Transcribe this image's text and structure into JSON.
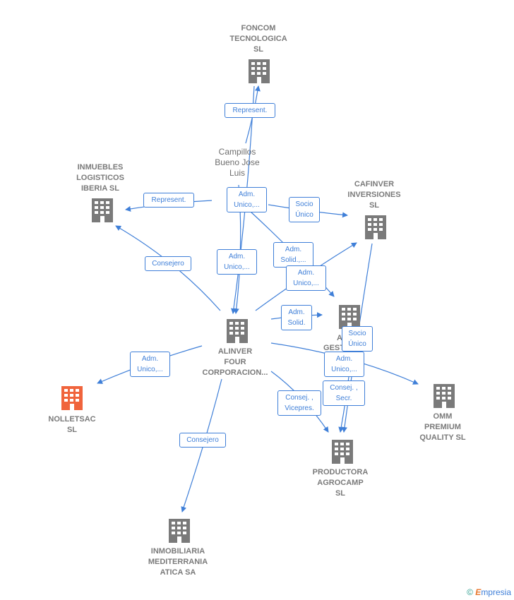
{
  "colors": {
    "edge": "#3f7fd8",
    "building": "#7a7a7a",
    "highlight": "#f0643c",
    "label": "#7a7a7a"
  },
  "nodes": {
    "foncom": "FONCOM\nTECNOLOGICA\nSL",
    "inmuebles": "INMUEBLES\nLOGISTICOS\nIBERIA  SL",
    "cafinver": "CAFINVER\nINVERSIONES\nSL",
    "alinver": "ALINVER\nFOUR\nCORPORACION...",
    "nolletsac": "NOLLETSAC\nSL",
    "omm": "OMM\nPREMIUM\nQUALITY  SL",
    "productora": "PRODUCTORA\nAGROCAMP\nSL",
    "inmobiliaria": "INMOBILIARIA\nMEDITERRANIA\nATICA SA",
    "gest_partial_a": "A",
    "gest_partial_b": "GEST"
  },
  "person": "Campillos\nBueno Jose\nLuis",
  "edges": {
    "represent_foncom": "Represent.",
    "represent_inmuebles": "Represent.",
    "adm_unico_top": "Adm.\nUnico,...",
    "socio_unico_cafinver": "Socio\nÚnico",
    "adm_unico_mid": "Adm.\nUnico,...",
    "adm_solid_dots": "Adm.\nSolid.,...",
    "adm_unico_gest": "Adm.\nUnico,...",
    "consejero_inmuebles": "Consejero",
    "adm_solid": "Adm.\nSolid.",
    "socio_unico_gest": "Socio\nÚnico",
    "adm_unico_nolletsac": "Adm.\nUnico,...",
    "adm_unico_omm": "Adm.\nUnico,...",
    "consej_secr": "Consej. ,\nSecr.",
    "consej_vicepres": "Consej. ,\nVicepres.",
    "consejero_inmobiliaria": "Consejero"
  },
  "footer": {
    "copyright_symbol": "©",
    "brand_first": "E",
    "brand_rest": "mpresia"
  }
}
